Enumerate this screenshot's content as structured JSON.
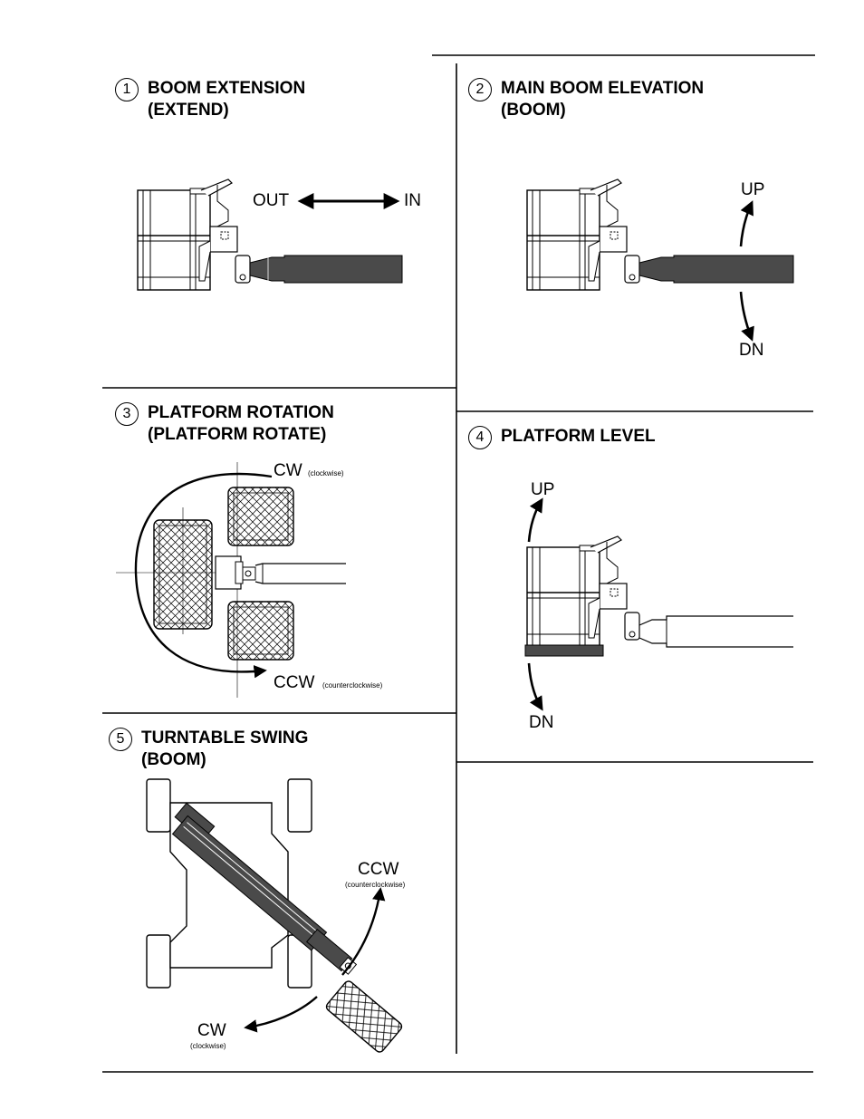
{
  "panels": [
    {
      "number": "1",
      "title_line1": "BOOM EXTENSION",
      "title_line2": "(EXTEND)",
      "labels": {
        "out": "OUT",
        "in": "IN"
      }
    },
    {
      "number": "2",
      "title_line1": "MAIN BOOM ELEVATION",
      "title_line2": "(BOOM)",
      "labels": {
        "up": "UP",
        "dn": "DN"
      }
    },
    {
      "number": "3",
      "title_line1": "PLATFORM ROTATION",
      "title_line2": "(PLATFORM ROTATE)",
      "labels": {
        "cw": "CW",
        "cw_note": "(clockwise)",
        "ccw": "CCW",
        "ccw_note": "(counterclockwise)"
      }
    },
    {
      "number": "4",
      "title_line1": "PLATFORM LEVEL",
      "title_line2": "",
      "labels": {
        "up": "UP",
        "dn": "DN"
      }
    },
    {
      "number": "5",
      "title_line1": "TURNTABLE SWING",
      "title_line2": "(BOOM)",
      "labels": {
        "ccw": "CCW",
        "ccw_note": "(counterclockwise)",
        "cw": "CW",
        "cw_note": "(clockwise)"
      }
    }
  ],
  "colors": {
    "ink": "#000000",
    "boom_fill": "#4a4a4a",
    "paper": "#ffffff"
  }
}
